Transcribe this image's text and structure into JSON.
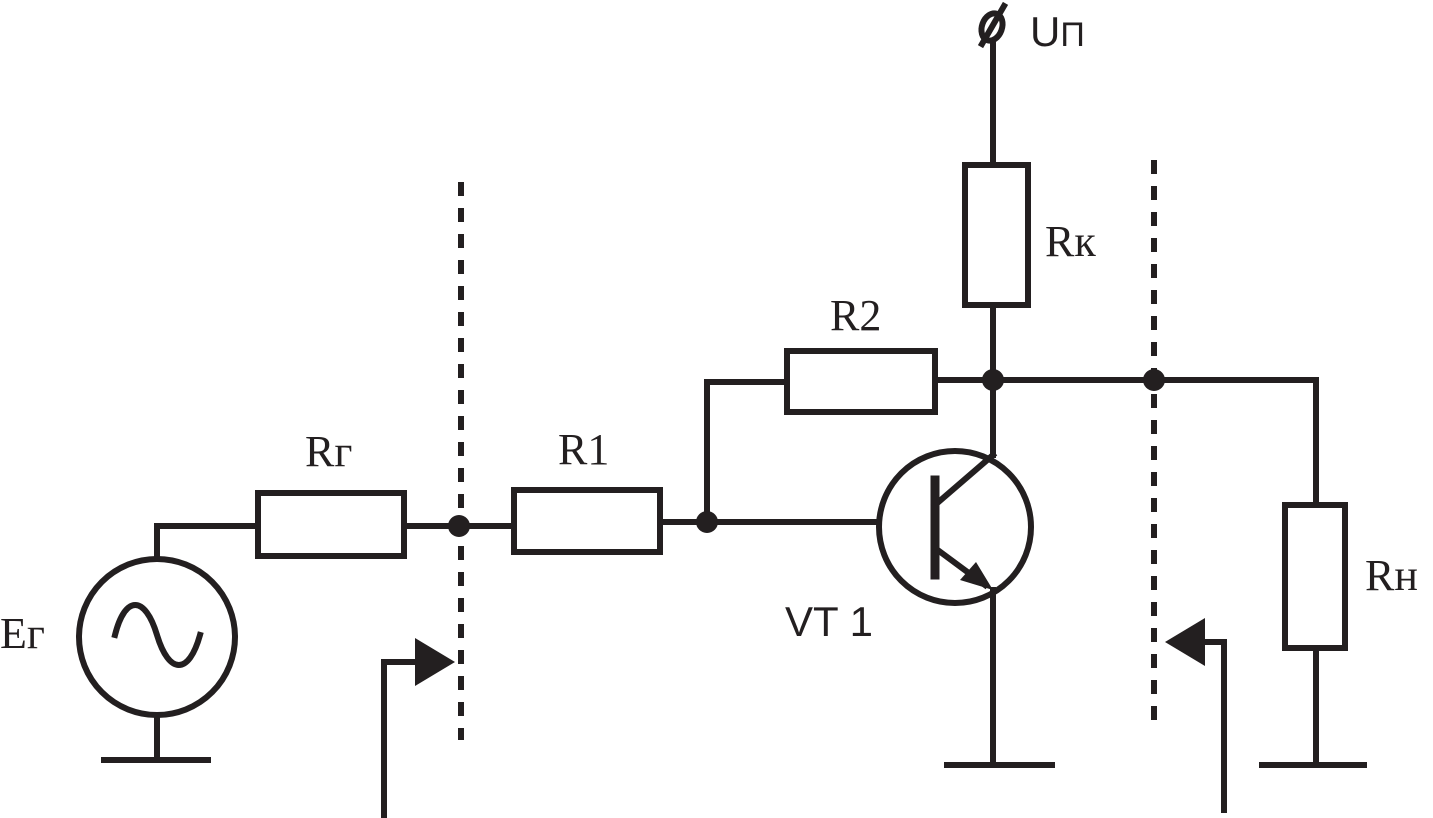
{
  "labels": {
    "supply": "U",
    "supply_sub": "П",
    "rk": "Rк",
    "r2": "R2",
    "rg": "Rг",
    "r1": "R1",
    "eg": "Eг",
    "vt1": "VT 1",
    "rn": "Rн"
  },
  "colors": {
    "ink": "#231f20",
    "background": "#ffffff"
  },
  "icons": {
    "generator": "ac-source-icon",
    "ground": "ground-icon",
    "transistor": "npn-transistor-icon",
    "supply": "supply-terminal-icon",
    "arrow": "port-arrow-icon"
  }
}
